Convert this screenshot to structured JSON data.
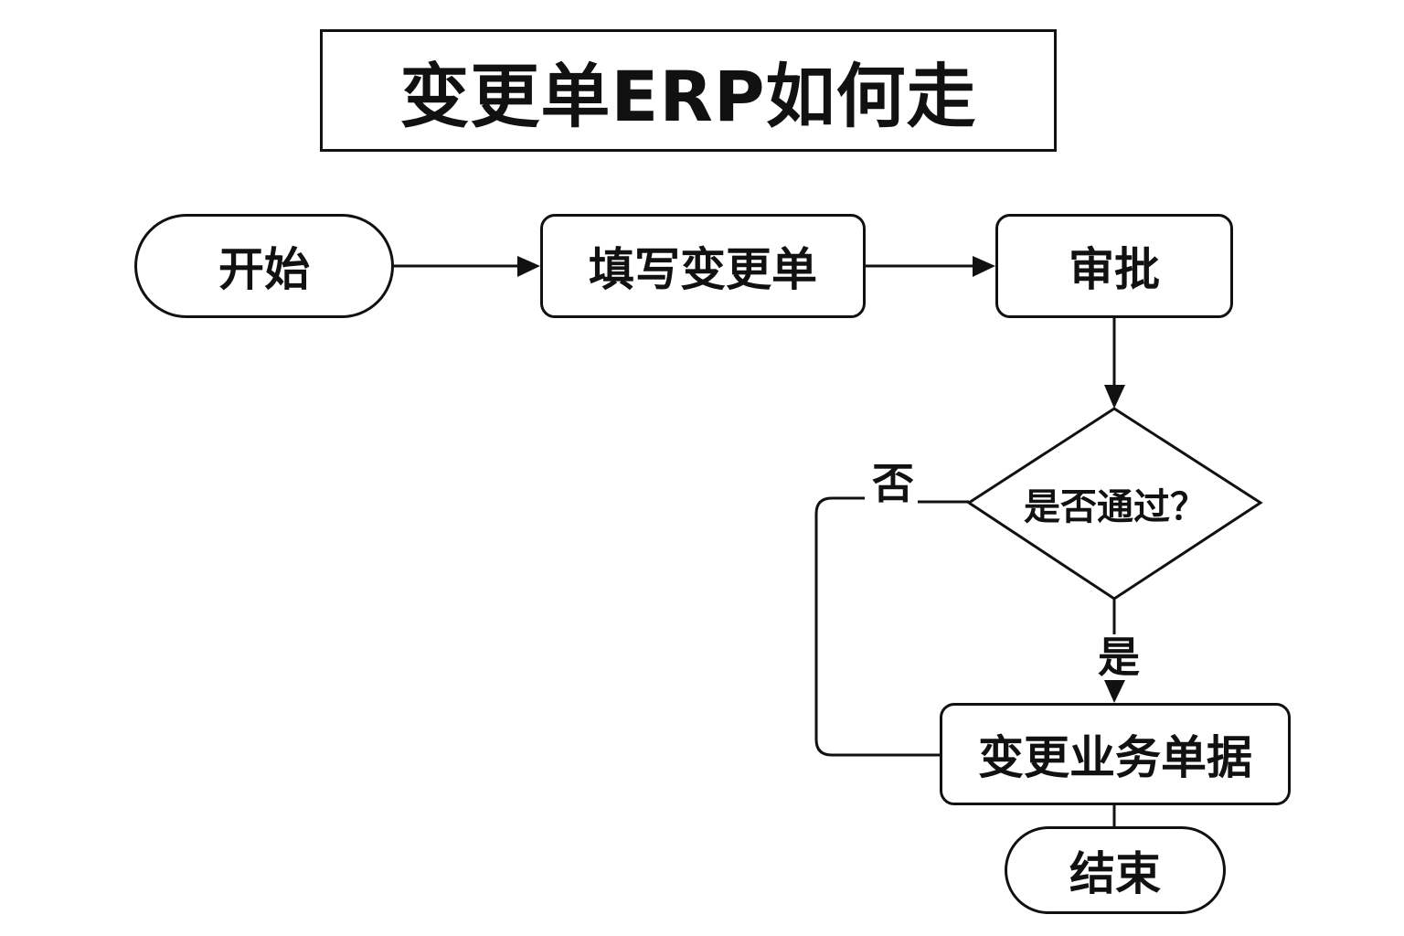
{
  "title": "变更单ERP如何走",
  "nodes": {
    "start": "开始",
    "fill_form": "填写变更单",
    "approval": "审批",
    "decision": "是否通过？",
    "change_docs": "变更业务单据",
    "end": "结束"
  },
  "edge_labels": {
    "no": "否",
    "yes": "是"
  },
  "colors": {
    "stroke": "#111111",
    "background": "#ffffff"
  }
}
